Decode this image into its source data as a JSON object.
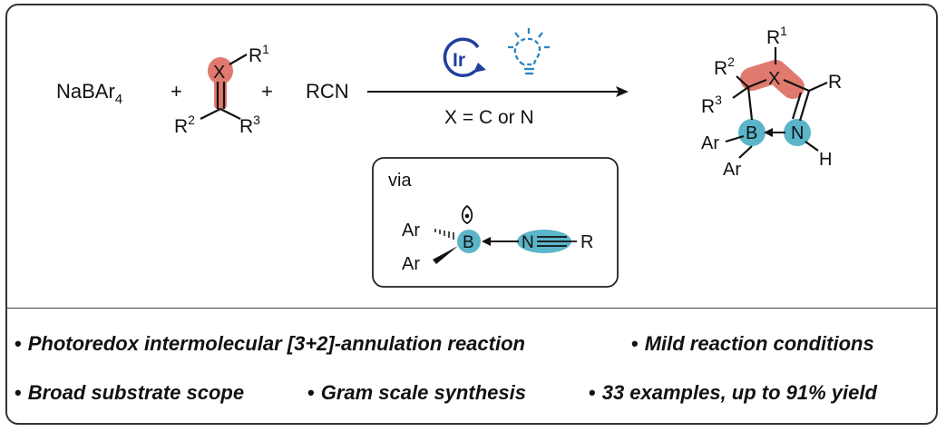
{
  "reactants": {
    "salt": "NaBAr",
    "salt_sub": "4",
    "plus": "+",
    "alkene_center": "X",
    "r1": "R",
    "r1_sup": "1",
    "r2": "R",
    "r2_sup": "2",
    "r3": "R",
    "r3_sup": "3",
    "nitrile": "RCN"
  },
  "conditions": {
    "catalyst_symbol": "Ir",
    "below_arrow": "X = C or N"
  },
  "intermediate": {
    "via": "via",
    "ar_top": "Ar",
    "ar_bottom": "Ar",
    "boron": "B",
    "nitrogen": "N",
    "r": "R"
  },
  "product": {
    "r1": "R",
    "r1_sup": "1",
    "r2": "R",
    "r2_sup": "2",
    "r3": "R",
    "r3_sup": "3",
    "x": "X",
    "r": "R",
    "boron": "B",
    "nitrogen": "N",
    "h": "H",
    "ar1": "Ar",
    "ar2": "Ar"
  },
  "colors": {
    "red_highlight": "#e07a6e",
    "blue_highlight": "#5bb5c9",
    "ir_blue": "#1f3f9c"
  },
  "highlights": [
    "Photoredox intermolecular [3+2]-annulation reaction",
    "Mild reaction conditions",
    "Broad substrate scope",
    "Gram scale synthesis",
    "33 examples, up to 91% yield"
  ]
}
